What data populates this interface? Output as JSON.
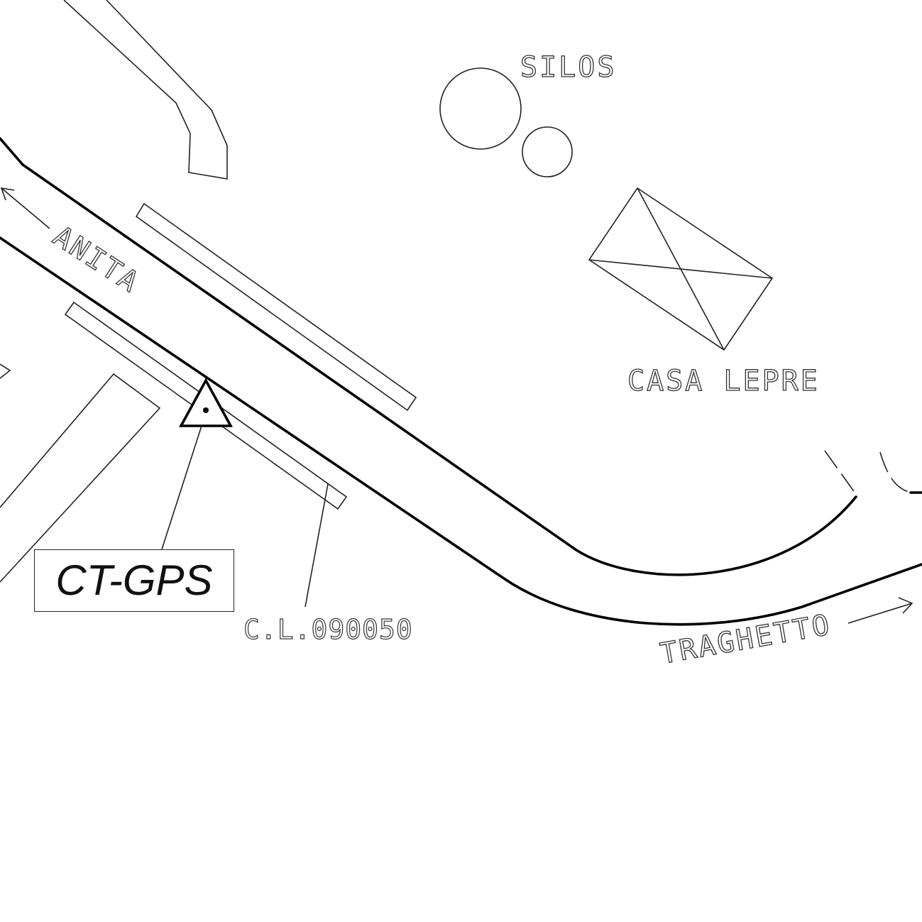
{
  "labels": {
    "silos": "SILOS",
    "casa_lepre": "CASA LEPRE",
    "anita": "ANITA",
    "traghetto": "TRAGHETTO",
    "benchmark_code": "C.L.090050",
    "station": "CT-GPS"
  },
  "colors": {
    "line": "#000000",
    "background": "#ffffff"
  },
  "icons": {
    "station_marker": "triangle-survey-point-icon",
    "direction_arrow": "arrow-icon",
    "tank": "circle-silo-icon",
    "building": "crossed-rectangle-building-icon"
  }
}
